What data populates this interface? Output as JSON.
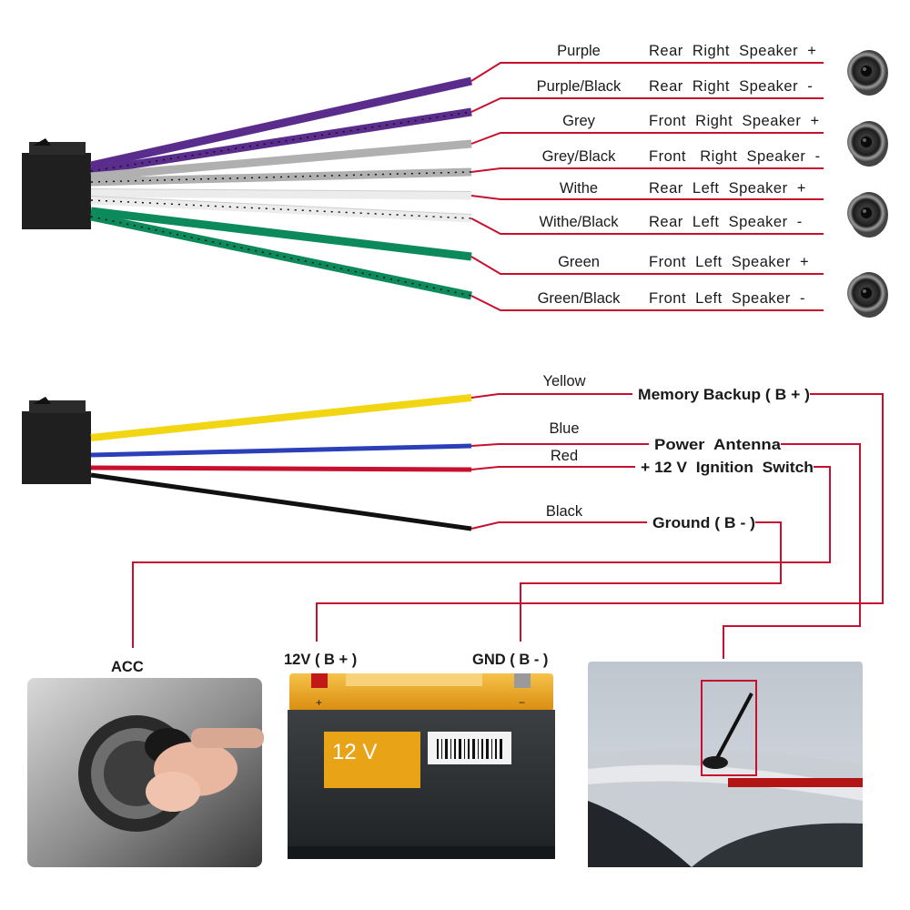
{
  "colors": {
    "red_line": "#c8102e",
    "purple": "#5a2d8c",
    "grey": "#b0b0b0",
    "white_wire": "#ececec",
    "green": "#0d8a5c",
    "yellow": "#f2d513",
    "blue": "#2a3fb8",
    "black": "#111111",
    "battery_top": "#e8a317",
    "battery_body": "#2e3133"
  },
  "speaker_wires": [
    {
      "wire": "Purple",
      "function": "Rear  Right  Speaker  +",
      "color": "purple",
      "stripe": false
    },
    {
      "wire": "Purple/Black",
      "function": "Rear  Right  Speaker  -",
      "color": "purple",
      "stripe": true
    },
    {
      "wire": "Grey",
      "function": "Front  Right  Speaker  +",
      "color": "grey",
      "stripe": false
    },
    {
      "wire": "Grey/Black",
      "function": "Front   Right  Speaker  -",
      "color": "grey",
      "stripe": true
    },
    {
      "wire": "Withe",
      "function": "Rear  Left  Speaker  +",
      "color": "white_wire",
      "stripe": false
    },
    {
      "wire": "Withe/Black",
      "function": "Rear  Left  Speaker  -",
      "color": "white_wire",
      "stripe": true
    },
    {
      "wire": "Green",
      "function": "Front  Left  Speaker  +",
      "color": "green",
      "stripe": false
    },
    {
      "wire": "Green/Black",
      "function": "Front  Left  Speaker  -",
      "color": "green",
      "stripe": true
    }
  ],
  "power_wires": [
    {
      "wire": "Yellow",
      "function": "Memory Backup ( B + )",
      "color": "yellow"
    },
    {
      "wire": "Blue",
      "function": "Power  Antenna",
      "color": "blue"
    },
    {
      "wire": "Red",
      "function": "+ 12 V  Ignition  Switch",
      "color": "red_line"
    },
    {
      "wire": "Black",
      "function": "Ground ( B - )",
      "color": "black"
    }
  ],
  "destinations": {
    "acc": "ACC",
    "battery_pos": "12V ( B + )",
    "battery_neg": "GND ( B - )",
    "battery_voltage": "12 V",
    "battery_plus": "+",
    "battery_minus": "−"
  },
  "icons": {
    "speaker": "speaker-icon",
    "connector": "connector-plug-icon",
    "ignition": "ignition-key-icon",
    "battery": "car-battery-icon",
    "antenna": "car-antenna-icon"
  }
}
